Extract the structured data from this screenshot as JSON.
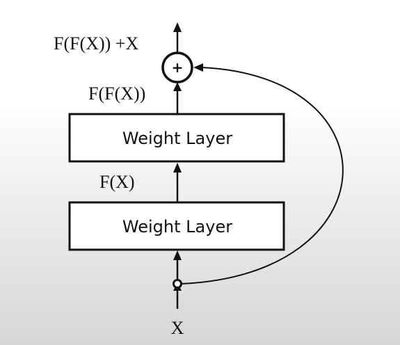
{
  "labels": {
    "output": "F(F(X)) +X",
    "after_second_layer": "F(F(X))",
    "after_first_layer": "F(X)",
    "input": "X"
  },
  "layers": [
    {
      "label": "Weight Layer"
    },
    {
      "label": "Weight Layer"
    }
  ],
  "sum_node": {
    "symbol": "+"
  }
}
